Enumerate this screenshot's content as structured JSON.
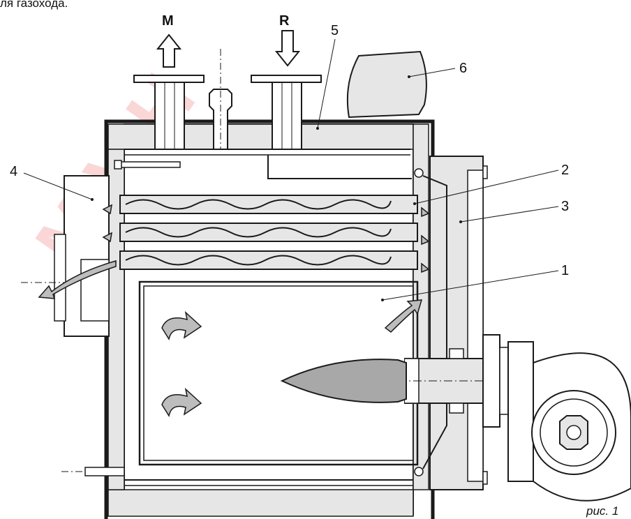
{
  "top_text": "ля газохода.",
  "watermark": "M V H",
  "inlets": {
    "outlet_label": "M",
    "return_label": "R"
  },
  "callouts": [
    "1",
    "2",
    "3",
    "4",
    "5",
    "6"
  ],
  "caption": "рис. 1",
  "colors": {
    "metal_fill": "#e6e6e6",
    "flame_fill": "#a8a8a8",
    "arrow_fill": "#bdbdbd",
    "outline": "#1a1a1a",
    "watermark": "#e8202a"
  }
}
